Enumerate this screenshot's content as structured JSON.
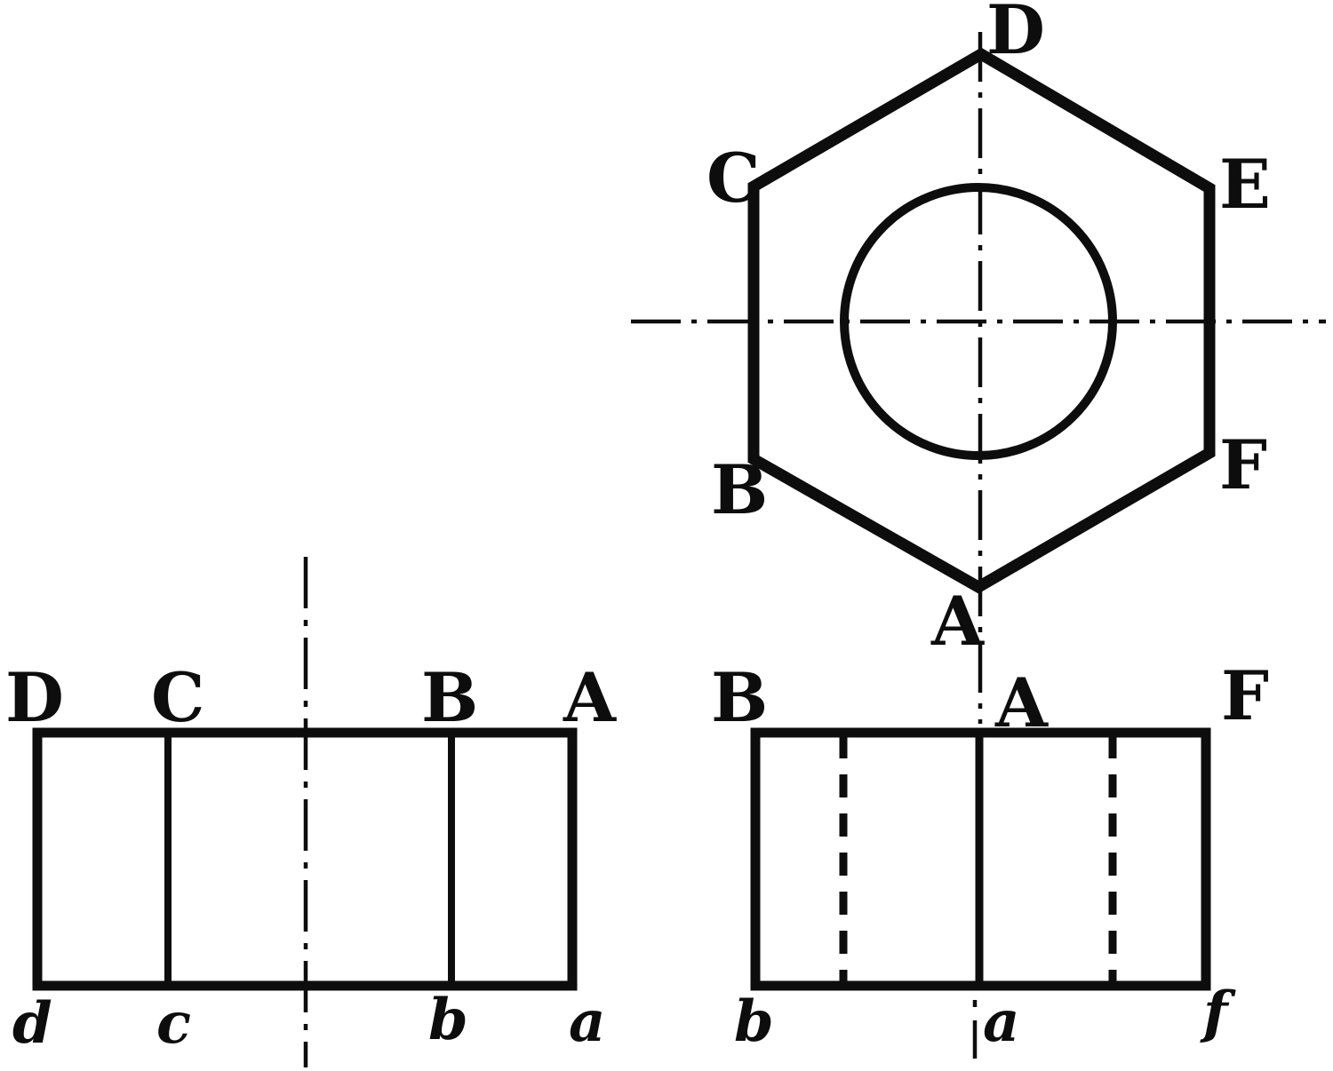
{
  "colors": {
    "ink": "#0d0d0d",
    "paper": "#ffffff"
  },
  "top_view": {
    "labels": {
      "top": "D",
      "upper_left": "C",
      "upper_right": "E",
      "lower_left": "B",
      "lower_right": "F",
      "bottom": "A"
    }
  },
  "front_view": {
    "top_labels": [
      "D",
      "C",
      "B",
      "A"
    ],
    "bottom_labels": [
      "d",
      "c",
      "b",
      "a"
    ]
  },
  "side_view": {
    "top_labels": [
      "B",
      "A",
      "F"
    ],
    "bottom_labels": [
      "b",
      "a",
      "f"
    ]
  }
}
